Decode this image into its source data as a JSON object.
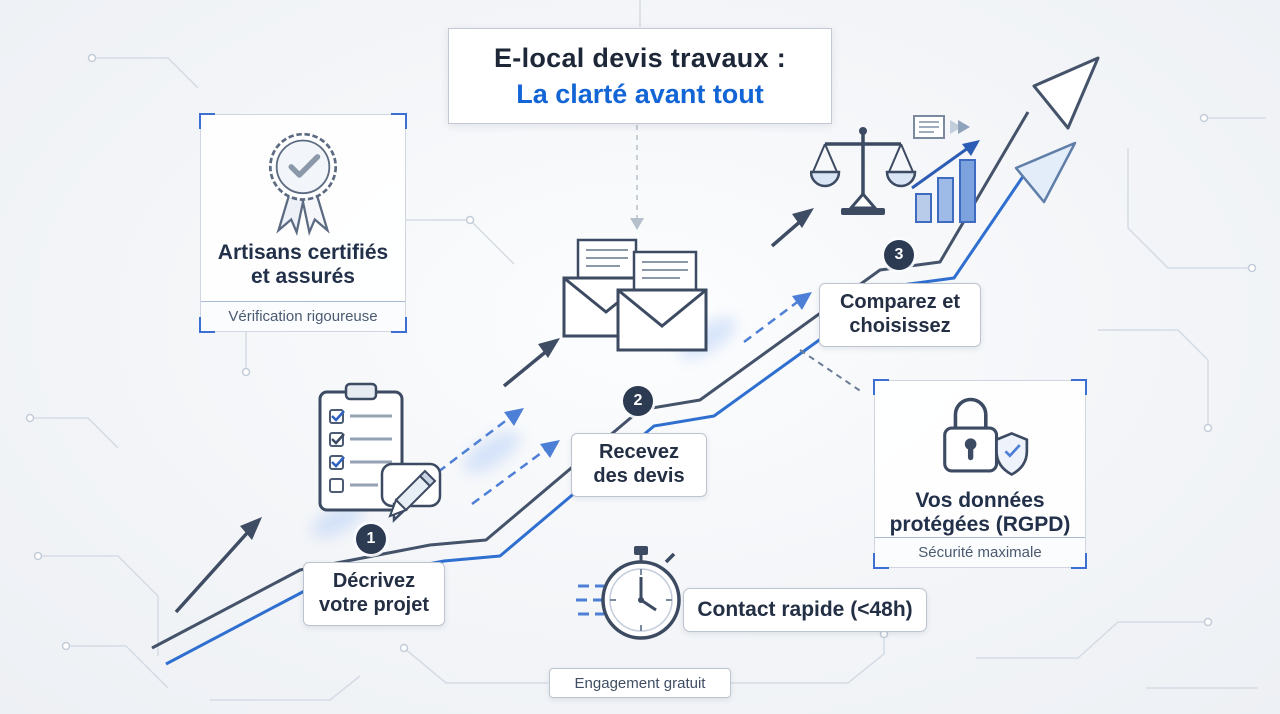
{
  "title": {
    "line1": "E-local devis travaux :",
    "line2": "La clarté avant tout"
  },
  "features": {
    "artisans": {
      "title": "Artisans certifiés et assurés",
      "subtitle": "Vérification rigoureuse"
    },
    "rgpd": {
      "title": "Vos données protégées (RGPD)",
      "subtitle": "Sécurité maximale"
    }
  },
  "steps": [
    {
      "number": "1",
      "label": "Décrivez votre projet"
    },
    {
      "number": "2",
      "label": "Recevez des devis"
    },
    {
      "number": "3",
      "label": "Comparez et choisissez"
    }
  ],
  "badges": {
    "contact": "Contact rapide (<48h)",
    "engagement": "Engagement gratuit"
  },
  "icons": {
    "artisans": "certified-badge-icon",
    "step1": "clipboard-checklist-icon",
    "step2": "mail-documents-icon",
    "step3_left": "balance-scale-icon",
    "step3_right": "growth-chart-icon",
    "rgpd": "lock-shield-icon",
    "contact": "stopwatch-icon",
    "flow": "ascending-arrows"
  },
  "colors": {
    "accent_blue": "#1365d6",
    "dark_navy": "#2c3a52",
    "line_dark": "#44526a",
    "line_blue": "#2f6fd0",
    "bracket_blue": "#3b6fd4",
    "background": "#f2f4f7"
  }
}
